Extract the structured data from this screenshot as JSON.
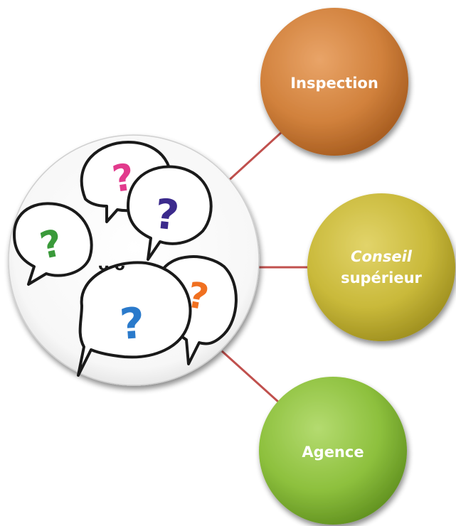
{
  "diagram": {
    "hub": {
      "image": "question-mark-speech-bubbles-icon"
    },
    "nodes": [
      {
        "label_line1": "Inspection",
        "label_line2": "",
        "italic_line1": false,
        "color": "#d1813c",
        "color_dark": "#a45a1e"
      },
      {
        "label_line1": "Conseil",
        "label_line2": "supérieur",
        "italic_line1": true,
        "color": "#c9b93a",
        "color_dark": "#9c8d1e"
      },
      {
        "label_line1": "Agence",
        "label_line2": "",
        "italic_line1": false,
        "color": "#8dc03d",
        "color_dark": "#5f8f1f"
      }
    ],
    "connector_color": "#c0504d",
    "question_mark_colors": [
      "#e23a8c",
      "#3b2a8c",
      "#3a9a3a",
      "#2a7acb",
      "#f07020"
    ]
  }
}
